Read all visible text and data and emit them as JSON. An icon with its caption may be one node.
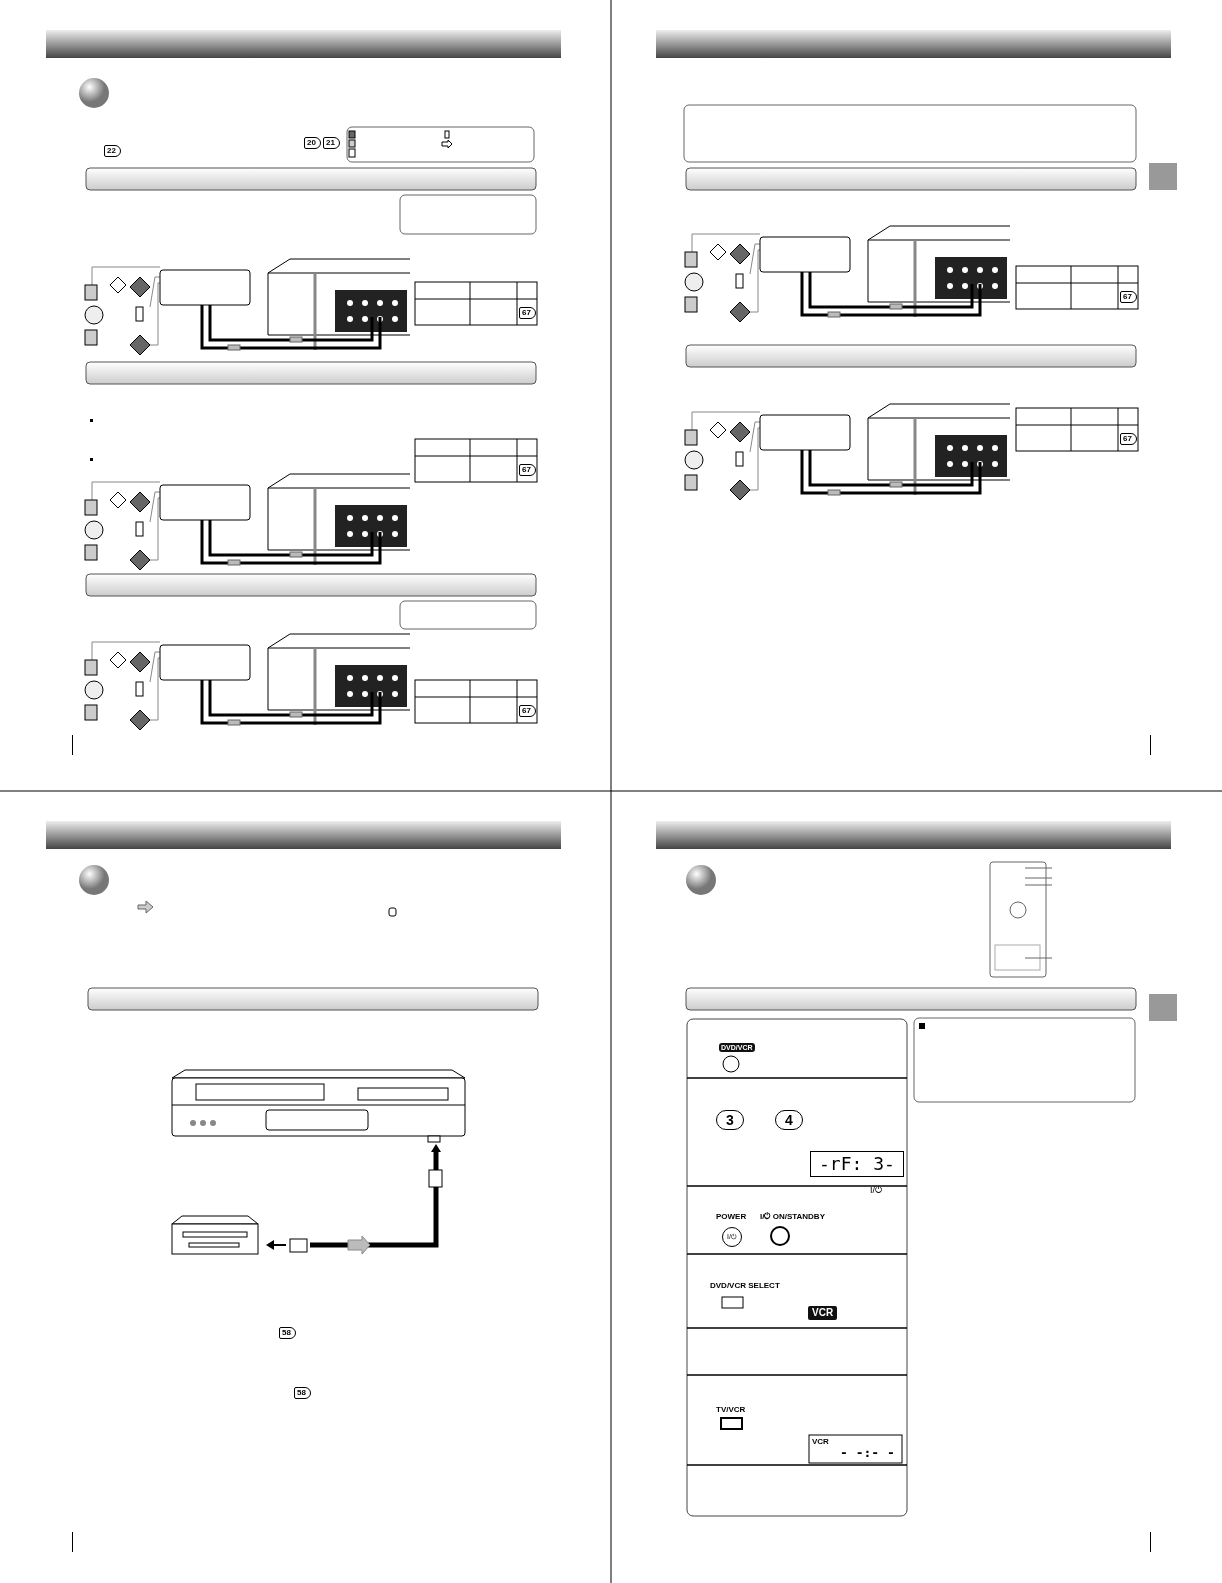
{
  "diagram": {
    "nodes": [
      {
        "text": [],
        "shape": "box"
      },
      {
        "text": [],
        "shape": "bar"
      },
      {
        "text": [],
        "shape": "box"
      },
      {
        "text": [],
        "shape": "bar"
      },
      {
        "text": [],
        "shape": "bar"
      },
      {
        "text": [],
        "shape": "box"
      },
      {
        "text": [],
        "shape": "box"
      },
      {
        "text": [],
        "shape": "bar"
      },
      {
        "text": [],
        "shape": "bar"
      },
      {
        "text": [],
        "shape": "bar"
      },
      {
        "text": [],
        "shape": "bar"
      },
      {
        "text": [],
        "shape": "box"
      }
    ],
    "labels": [
      "20",
      "21",
      "22",
      "67",
      "67",
      "67",
      "67",
      "67",
      "58",
      "58",
      "DVD/VCR",
      "3",
      "4",
      "-rF: 3-",
      "I/⏻",
      "POWER",
      "I/⏻",
      "I/⏻ ON/STANDBY",
      "DVD/VCR SELECT",
      "VCR",
      "TV/VCR",
      "VCR",
      "- -:- -"
    ]
  }
}
